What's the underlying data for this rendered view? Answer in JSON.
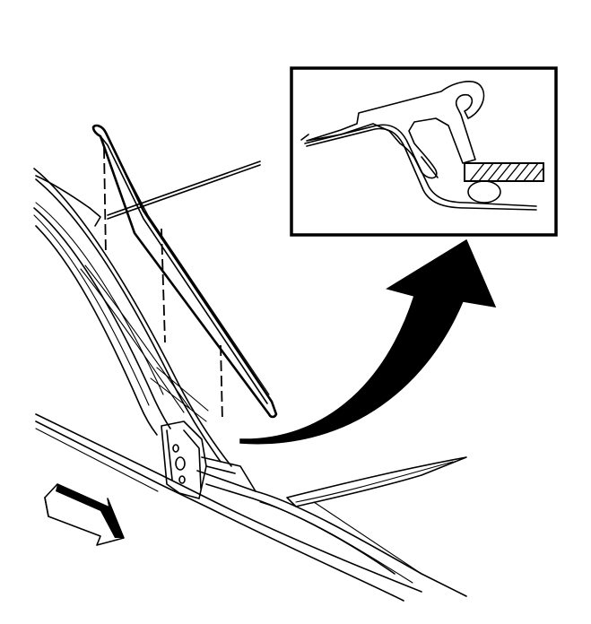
{
  "figure": {
    "inset_label": "",
    "colors": {
      "line": "#000000",
      "fill_white": "#ffffff",
      "fill_black": "#000000"
    },
    "icons": [
      "windshield-pillar-molding",
      "detail-callout-arrow",
      "vehicle-front-direction-arrow",
      "molding-cross-section-detail"
    ]
  }
}
